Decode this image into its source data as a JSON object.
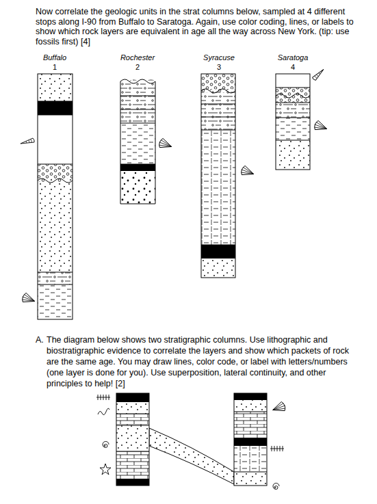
{
  "diagram": {
    "labels": [
      "Now correlate the geologic units in the strat columns below, sampled at 4 different stops along I-90 from Buffalo to Saratoga. Again, use color coding, lines, or labels to show which rock layers are equivalent in age all the way across New York. (tip: use fossils first) [4]",
      "Buffalo",
      "1",
      "Rochester",
      "2",
      "Syracuse",
      "3",
      "Saratoga",
      "4",
      "A.",
      "The diagram below shows two stratigraphic columns. Use lithographic and biostratigraphic evidence to correlate the layers and show which packets of rock are the same age. You may draw lines, color code, or label with letters/numbers (one layer is done for you). Use superposition, lateral continuity, and other principles to help! [2]"
    ]
  }
}
